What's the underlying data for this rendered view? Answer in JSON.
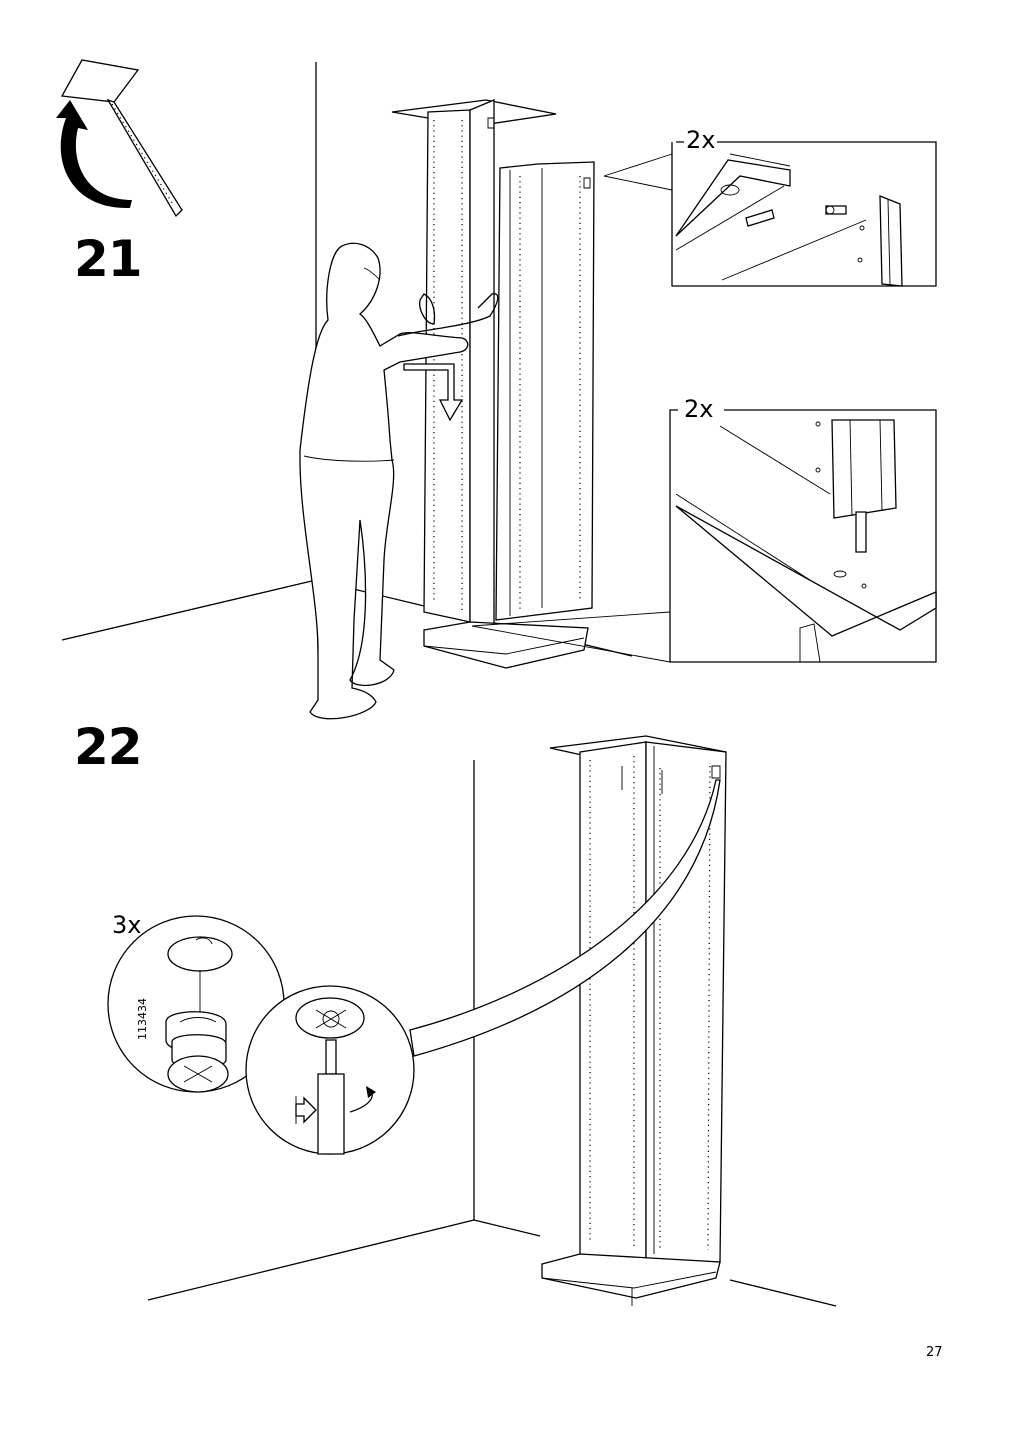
{
  "steps": [
    {
      "number": "21",
      "detail_quantities": [
        "2x",
        "2x"
      ]
    },
    {
      "number": "22",
      "detail_quantities": [
        "3x"
      ],
      "part_number": "113434"
    }
  ],
  "page": {
    "number": "27"
  }
}
